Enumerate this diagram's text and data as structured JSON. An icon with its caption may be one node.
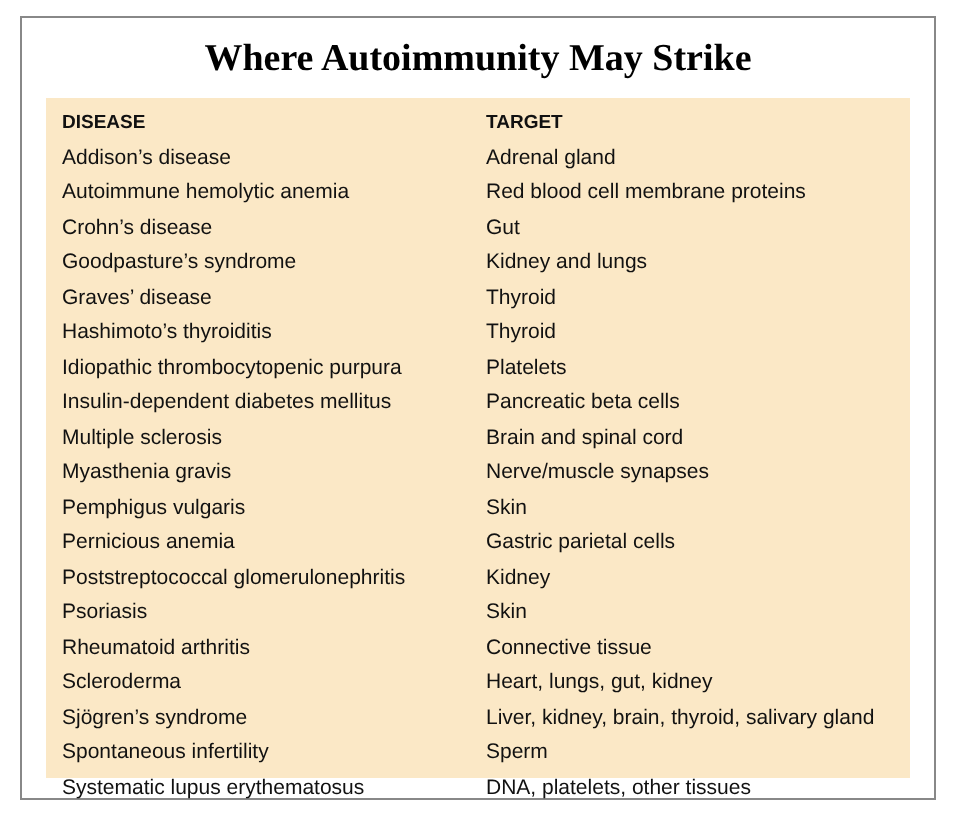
{
  "diagram": {
    "title": "Where Autoimmunity May Strike",
    "labels": [
      "DISEASE",
      "TARGET",
      "Addison’s disease",
      "Adrenal gland",
      "Autoimmune hemolytic anemia",
      "Red blood cell membrane proteins",
      "Crohn’s disease",
      "Gut",
      "Goodpasture’s syndrome",
      "Kidney and lungs",
      "Graves’ disease",
      "Thyroid",
      "Hashimoto’s thyroiditis",
      "Thyroid",
      "Idiopathic thrombocytopenic purpura",
      "Platelets",
      "Insulin-dependent diabetes mellitus",
      "Pancreatic beta cells",
      "Multiple sclerosis",
      "Brain and spinal cord",
      "Myasthenia gravis",
      "Nerve/muscle synapses",
      "Pemphigus vulgaris",
      "Skin",
      "Pernicious anemia",
      "Gastric parietal cells",
      "Poststreptococcal glomerulonephritis",
      "Kidney",
      "Psoriasis",
      "Skin",
      "Rheumatoid arthritis",
      "Connective tissue",
      "Scleroderma",
      "Heart, lungs, gut, kidney",
      "Sjögren’s syndrome",
      "Liver, kidney, brain, thyroid, salivary gland",
      "Spontaneous infertility",
      "Sperm",
      "Systematic lupus erythematosus",
      "DNA, platelets, other tissues"
    ]
  }
}
